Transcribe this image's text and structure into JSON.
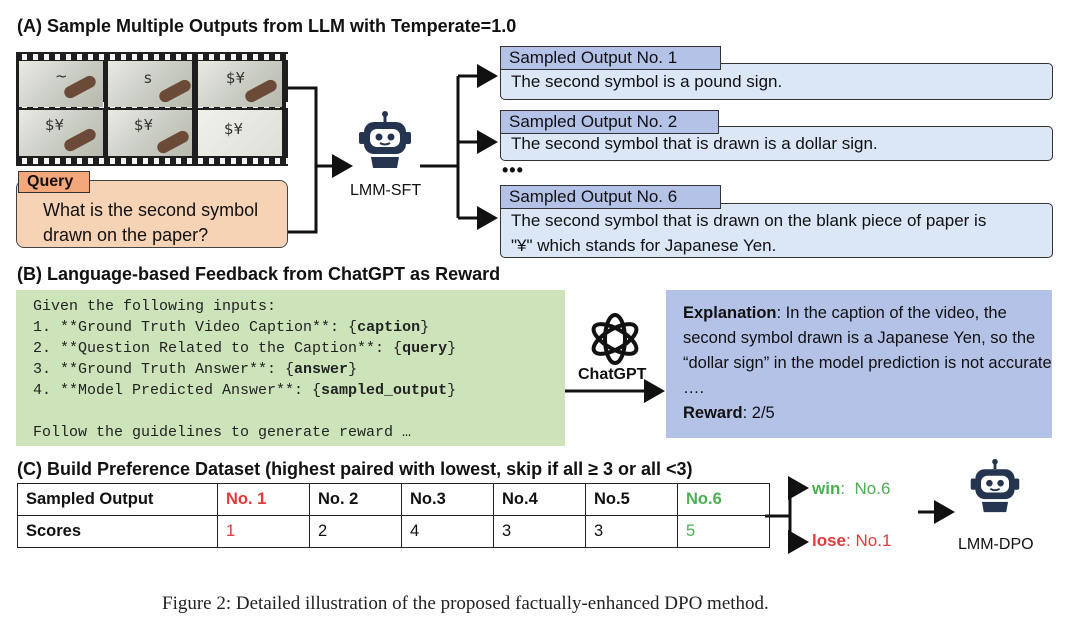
{
  "section_a": {
    "heading": "(A) Sample Multiple Outputs from LLM with Temperate=1.0",
    "query_tag": "Query",
    "query_line1": "What is the second symbol",
    "query_line2": "drawn on the  paper?",
    "model_label": "LMM-SFT",
    "outputs": [
      {
        "tag": "Sampled Output No. 1",
        "text_lines": [
          "The second symbol is a pound sign."
        ]
      },
      {
        "tag": "Sampled Output No. 2",
        "text_lines": [
          "The second symbol that is drawn is a dollar sign."
        ]
      },
      {
        "tag": "Sampled Output No. 6",
        "text_lines": [
          "The second symbol that is drawn on the blank piece of paper is",
          "\"¥\" which stands for Japanese Yen."
        ]
      }
    ],
    "ellipsis": "•••"
  },
  "section_b": {
    "heading": "(B) Language-based Feedback from ChatGPT as Reward",
    "prompt": {
      "line1": "Given the following inputs:",
      "items": [
        {
          "prefix": "1. **Ground Truth Video Caption**: {",
          "key": "caption",
          "suffix": "}"
        },
        {
          "prefix": "2. **Question Related to the Caption**: {",
          "key": "query",
          "suffix": "}"
        },
        {
          "prefix": "3. **Ground Truth Answer**: {",
          "key": "answer",
          "suffix": "}"
        },
        {
          "prefix": "4. **Model Predicted Answer**: {",
          "key": "sampled_output",
          "suffix": "}"
        }
      ],
      "footer": "Follow the guidelines to generate reward …"
    },
    "chatgpt_label": "ChatGPT",
    "explanation_label": "Explanation",
    "explanation_text": ": In the caption of the video, the second symbol drawn is a Japanese Yen, so the “dollar sign” in the model prediction is not accurate ….",
    "reward_label": "Reward",
    "reward_value": ": 2/5"
  },
  "section_c": {
    "heading": "(C) Build Preference Dataset (highest paired with lowest, skip if all ≥ 3 or all <3)",
    "row1_header": "Sampled Output",
    "row2_header": "Scores",
    "columns": [
      "No. 1",
      "No. 2",
      "No.3",
      "No.4",
      "No.5",
      "No.6"
    ],
    "scores": [
      "1",
      "2",
      "4",
      "3",
      "3",
      "5"
    ],
    "win_label": "win",
    "win_value": "No.6",
    "lose_label": "lose",
    "lose_value": "No.1",
    "model_label": "LMM-DPO",
    "colors": {
      "win": "#4caf50",
      "lose": "#e03a3a"
    }
  },
  "caption": "Figure 2: Detailed illustration of the proposed factually-enhanced DPO method."
}
